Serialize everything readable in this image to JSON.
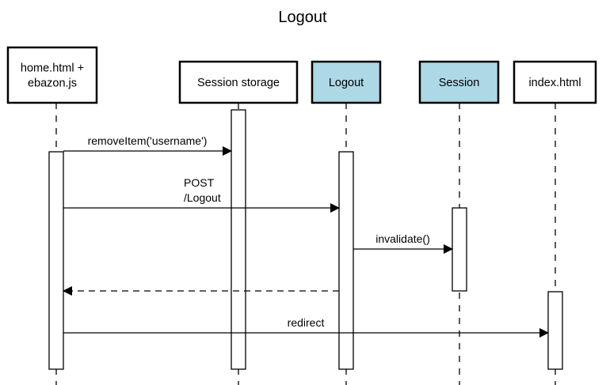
{
  "title": "Logout",
  "colors": {
    "stroke": "#000000",
    "highlight": "#add8e6",
    "plain": "#ffffff"
  },
  "participants": [
    {
      "id": "home",
      "lines": [
        "home.html +",
        "ebazon.js"
      ],
      "highlighted": false
    },
    {
      "id": "storage",
      "lines": [
        "Session storage"
      ],
      "highlighted": false
    },
    {
      "id": "logout",
      "lines": [
        "Logout"
      ],
      "highlighted": true
    },
    {
      "id": "session",
      "lines": [
        "Session"
      ],
      "highlighted": true
    },
    {
      "id": "index",
      "lines": [
        "index.html"
      ],
      "highlighted": false
    }
  ],
  "messages": [
    {
      "from": "home",
      "to": "storage",
      "label": [
        "removeItem('username')"
      ],
      "style": "solid"
    },
    {
      "from": "home",
      "to": "logout",
      "label": [
        "POST",
        "/Logout"
      ],
      "style": "solid"
    },
    {
      "from": "logout",
      "to": "session",
      "label": [
        "invalidate()"
      ],
      "style": "solid"
    },
    {
      "from": "logout",
      "to": "home",
      "label": [],
      "style": "dashed"
    },
    {
      "from": "home",
      "to": "index",
      "label": [
        "redirect"
      ],
      "style": "solid"
    }
  ]
}
